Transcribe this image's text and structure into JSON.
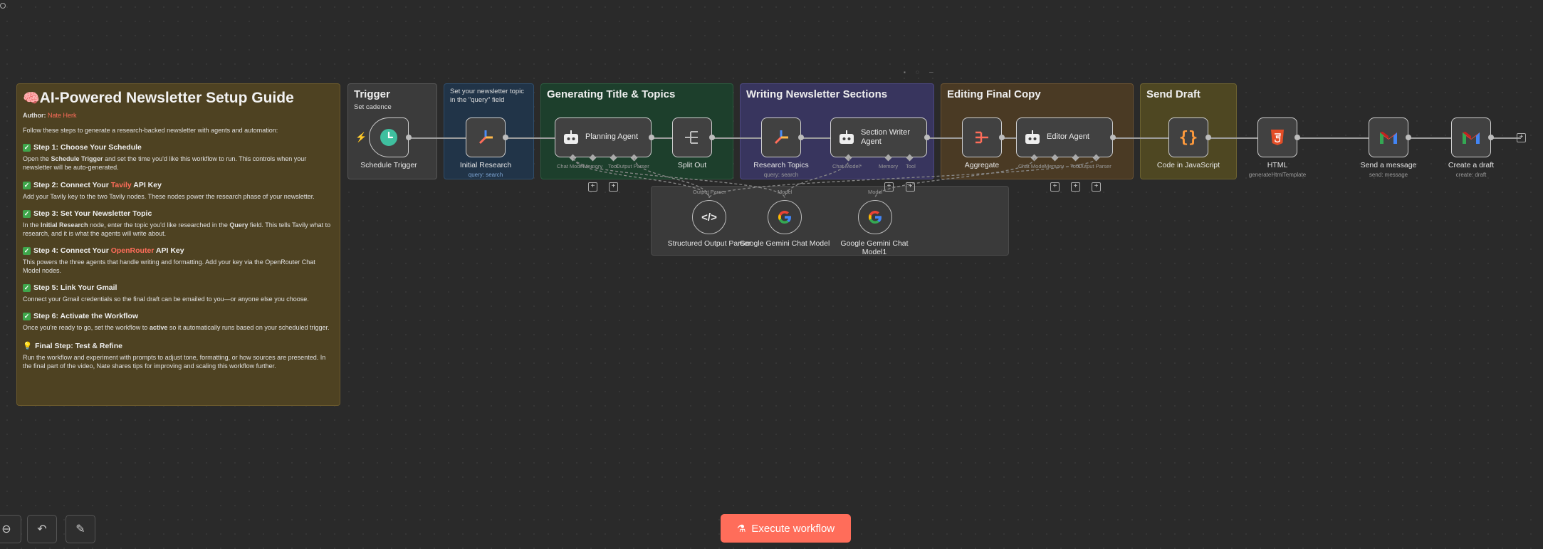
{
  "guide": {
    "title": "AI-Powered Newsletter Setup Guide",
    "author_label": "Author:",
    "author_name": "Nate Herk",
    "intro": "Follow these steps to generate a research-backed newsletter with agents and automation:",
    "step1_title": "Step 1: Choose Your Schedule",
    "step1_a": "Open the ",
    "step1_b": "Schedule Trigger",
    "step1_c": " and set the time you'd like this workflow to run. This controls when your newsletter will be auto-generated.",
    "step2_a": "Step 2: Connect Your ",
    "step2_b": "Tavily",
    "step2_c": " API Key",
    "step2_text": "Add your Tavily key to the two Tavily nodes. These nodes power the research phase of your newsletter.",
    "step3_title": "Step 3: Set Your Newsletter Topic",
    "step3_a": "In the ",
    "step3_b": "Initial Research",
    "step3_c": " node, enter the topic you'd like researched in the ",
    "step3_d": "Query",
    "step3_e": " field. This tells Tavily what to research, and it is what the agents will write about.",
    "step4_a": "Step 4: Connect Your ",
    "step4_b": "OpenRouter",
    "step4_c": " API Key",
    "step4_text": "This powers the three agents that handle writing and formatting. Add your key via the OpenRouter Chat Model nodes.",
    "step5_title": "Step 5: Link Your Gmail",
    "step5_text": "Connect your Gmail credentials so the final draft can be emailed to you—or anyone else you choose.",
    "step6_title": "Step 6: Activate the Workflow",
    "step6_a": "Once you're ready to go, set the workflow to ",
    "step6_b": "active",
    "step6_c": " so it automatically runs based on your scheduled trigger.",
    "final_title": "Final Step: Test & Refine",
    "final_text": "Run the workflow and experiment with prompts to adjust tone, formatting, or how sources are presented. In the final part of the video, Nate shares tips for improving and scaling this workflow further."
  },
  "stickies": {
    "trigger_title": "Trigger",
    "trigger_sub": "Set cadence",
    "topic_sub": "Set your newsletter topic in the \"query\" field",
    "gen_title": "Generating Title & Topics",
    "write_title": "Writing Newsletter Sections",
    "edit_title": "Editing Final Copy",
    "send_title": "Send Draft"
  },
  "nodes": {
    "schedule": "Schedule Trigger",
    "initial": "Initial Research",
    "initial_sub": "query: search",
    "planning": "Planning Agent",
    "split": "Split Out",
    "research": "Research Topics",
    "research_sub": "query: search",
    "section_writer": "Section Writer Agent",
    "aggregate": "Aggregate",
    "editor": "Editor Agent",
    "code": "Code in JavaScript",
    "html": "HTML",
    "html_sub": "generateHtmlTemplate",
    "send": "Send a message",
    "send_sub": "send: message",
    "draft": "Create a draft",
    "draft_sub": "create: draft",
    "parser": "Structured Output Parser",
    "gemini": "Google Gemini Chat Model",
    "gemini1": "Google Gemini Chat Model1"
  },
  "ports": {
    "chat_model": "Chat Model",
    "memory": "Memory",
    "tool": "Tool",
    "output_parser": "Output Parser",
    "chat_model_req": "Chat Model*",
    "model": "Model",
    "output_parser_top": "Output Parser"
  },
  "execute_label": "Execute workflow",
  "accent": "#ff6d5a"
}
